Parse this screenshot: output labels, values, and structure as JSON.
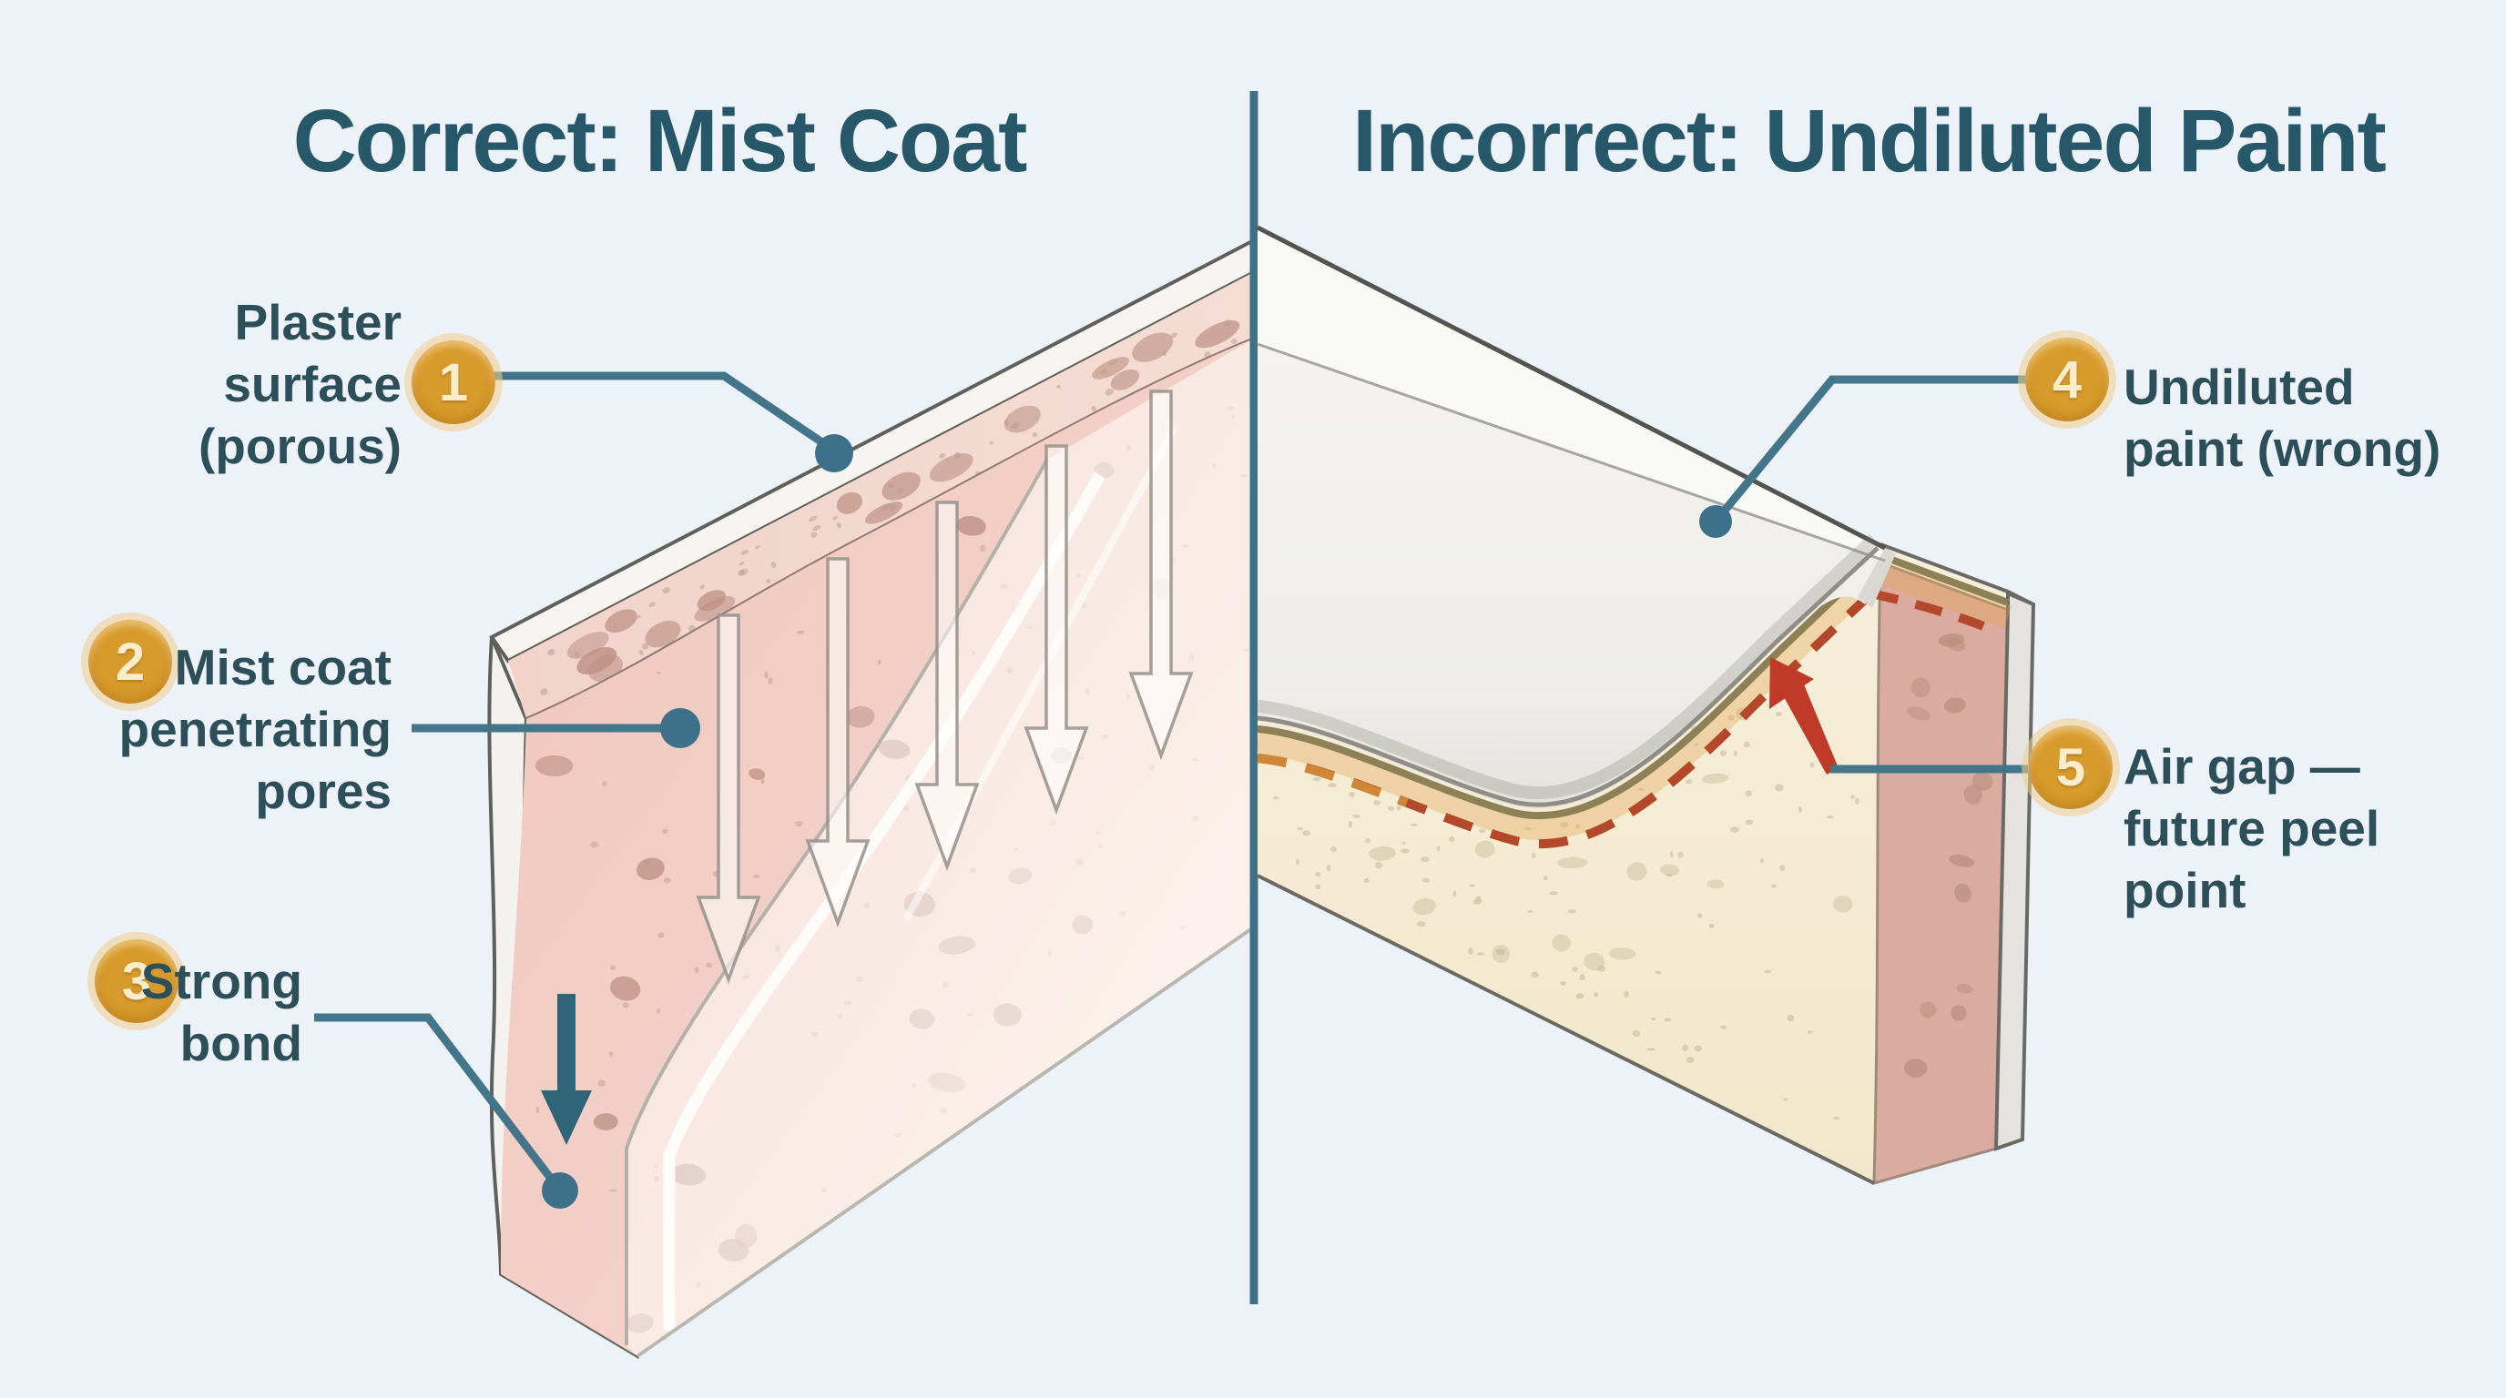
{
  "page": {
    "background": "#edf2f8",
    "description": "Two-panel cutaway wall diagram comparing mist coat vs undiluted paint on new plaster"
  },
  "left_panel": {
    "title": "Correct: Mist Coat",
    "callouts": [
      {
        "number": "1",
        "lines": [
          "Plaster",
          "surface",
          "(porous)"
        ]
      },
      {
        "number": "2",
        "lines": [
          "Mist coat",
          "penetrating",
          "pores"
        ]
      },
      {
        "number": "3",
        "lines": [
          "Strong",
          "bond"
        ]
      }
    ]
  },
  "right_panel": {
    "title": "Incorrect: Undiluted Paint",
    "callouts": [
      {
        "number": "4",
        "lines": [
          "Undiluted",
          "paint (wrong)"
        ]
      },
      {
        "number": "5",
        "lines": [
          "Air gap —",
          "future peel",
          "point"
        ]
      }
    ]
  },
  "colors": {
    "background": "#edf2f8",
    "title_text": "#26586a",
    "label_text": "#2d4f5a",
    "badge_orange": "#d79a2c",
    "badge_ring": "rgba(240,206,140,0.55)",
    "badge_text": "#f9edcc",
    "leader_teal": "#44768b",
    "leader_dot": "#3c7189",
    "divider_teal": "#3e7086",
    "plaster_pink_face": "#f1cfc6",
    "plaster_pink_top": "#f3dcd3",
    "plaster_pore": "#bd9184",
    "mist_coat_white": "rgba(255,255,255,0.55)",
    "bond_arrow_teal": "#2f6577",
    "wall_cream": "#f6eed8",
    "wall_side_pink": "#dcab9f",
    "paint_slab_white": "#f9f9f7",
    "wall_top_tan": "#8d8057",
    "glaze_orange": "#e2a44c",
    "air_gap_dash_red": "#b4482a",
    "air_gap_dash_orange": "#cf8636",
    "peel_arrow_red": "#bf3b28"
  }
}
